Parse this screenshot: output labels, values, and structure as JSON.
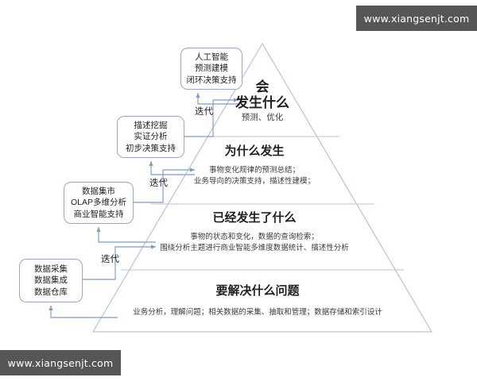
{
  "watermarks": {
    "top": "www.xiangsenjt.com",
    "bottom": "www.xiangsenjt.com"
  },
  "colors": {
    "pyramid_stroke": "#b9c3d4",
    "box_stroke": "#9aa7c4",
    "arrow": "#7f9cc0",
    "watermark_bg": "#565656",
    "watermark_text": "#ffffff",
    "text": "#1f1f1f",
    "background": "#ffffff"
  },
  "pyramid": {
    "tiers": [
      {
        "id": "tier-1",
        "title": "会\n发生什么",
        "subtitle": "预测、优化"
      },
      {
        "id": "tier-2",
        "title": "为什么发生",
        "subtitle": "事物变化规律的预测总结；\n业务导向的决策支持，描述性建模；"
      },
      {
        "id": "tier-3",
        "title": "已经发生了什么",
        "subtitle": "事物的状态和变化，数据的查询检索；\n围绕分析主题进行商业智能多维度数据统计、描述性分析"
      },
      {
        "id": "tier-4",
        "title": "要解决什么问题",
        "subtitle": "业务分析，理解问题；相关数据的采集、抽取和管理；数据存储和索引设计"
      }
    ]
  },
  "side_boxes": [
    {
      "id": "box-ai",
      "text": "人工智能\n预测建模\n闭环决策支持"
    },
    {
      "id": "box-mining",
      "text": "描述挖掘\n实证分析\n初步决策支持"
    },
    {
      "id": "box-olap",
      "text": "数据集市\nOLAP多维分析\n商业智能支持"
    },
    {
      "id": "box-collect",
      "text": "数据采集\n数据集成\n数据仓库"
    }
  ],
  "iteration_labels": [
    {
      "id": "iter-1",
      "text": "迭代"
    },
    {
      "id": "iter-2",
      "text": "迭代"
    },
    {
      "id": "iter-3",
      "text": "迭代"
    }
  ]
}
